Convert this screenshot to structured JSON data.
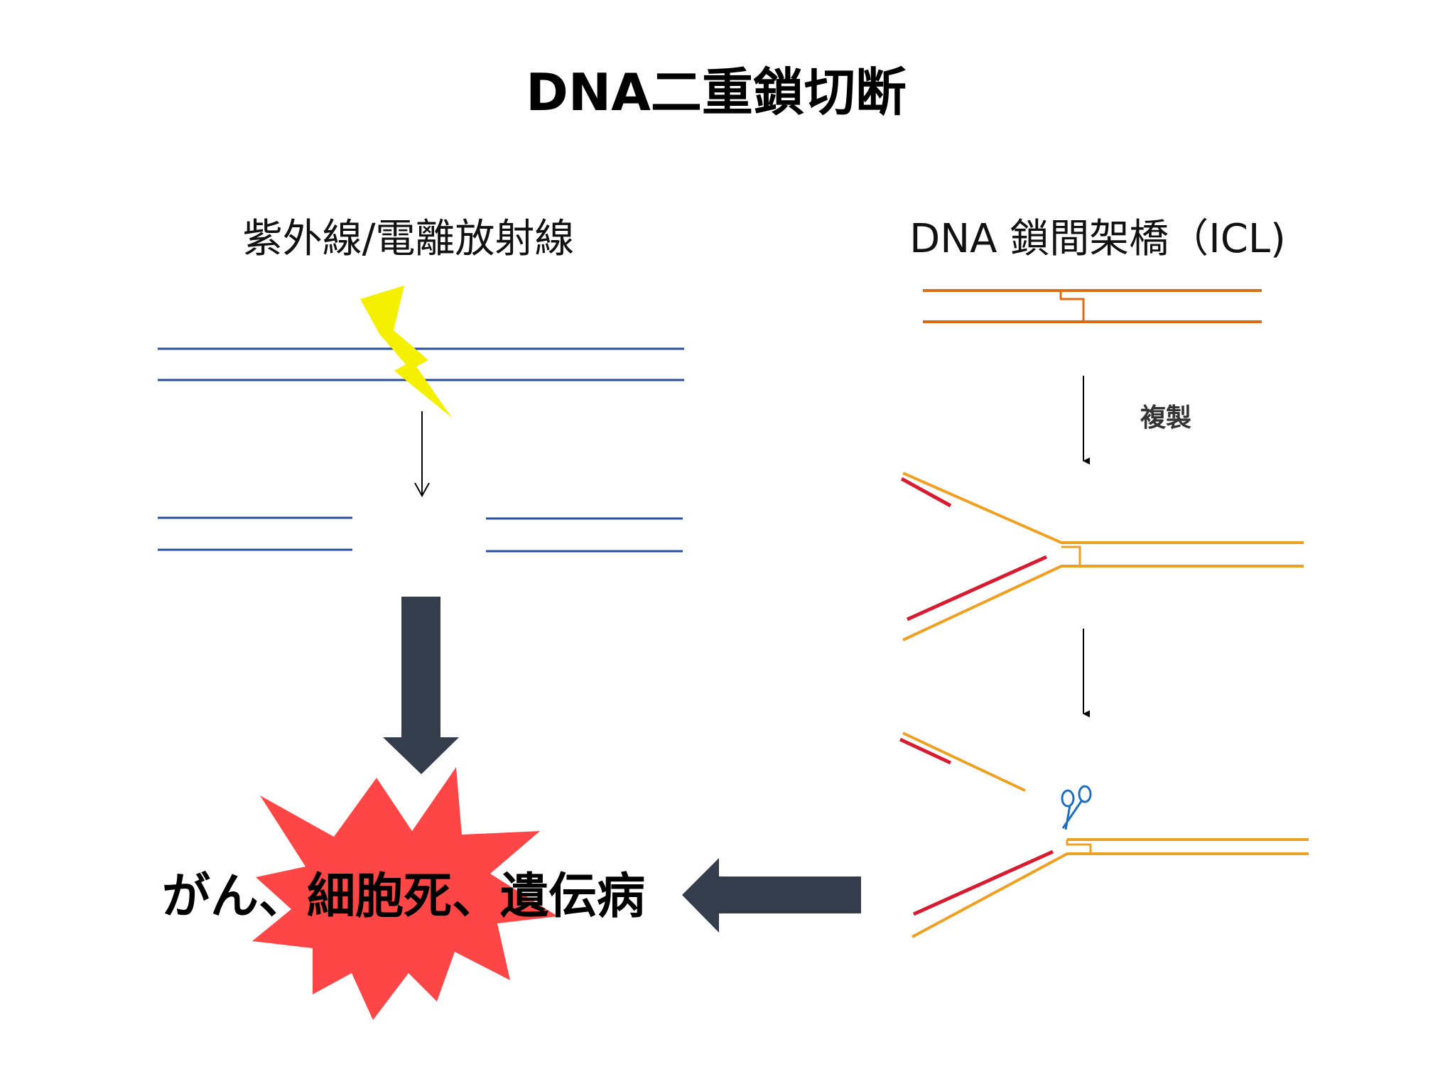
{
  "title": "DNA二重鎖切断",
  "left_panel": {
    "label": "紫外線/電離放射線",
    "icon": "lightning-icon"
  },
  "right_panel": {
    "label": "DNA 鎖間架橋（ICL)",
    "step_label": "複製",
    "icon": "scissors-icon"
  },
  "outcome": {
    "label": "がん、細胞死、遺伝病",
    "icon": "explosion-icon"
  },
  "colors": {
    "dna_left": "#2a4f9e",
    "dna_icl": "#e06a10",
    "dna_fork": "#f0a020",
    "new_strand": "#d81b30",
    "lightning": "#f5ef00",
    "explosion": "#ff4646",
    "block_arrow": "#343d4b",
    "scissors": "#1f6fc0"
  }
}
